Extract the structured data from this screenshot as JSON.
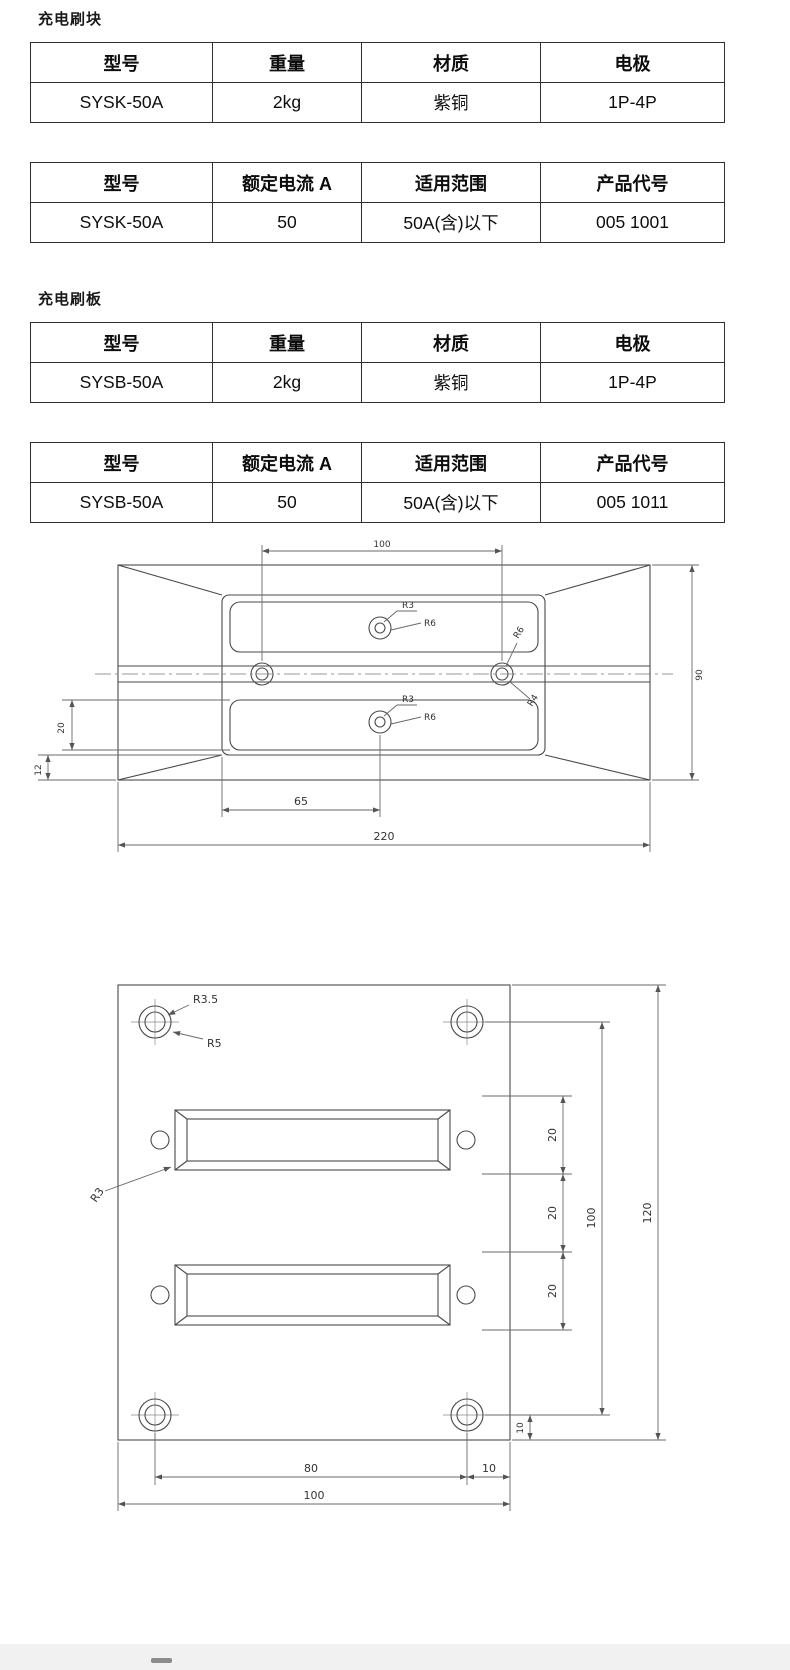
{
  "sections": [
    {
      "title": "充电刷块"
    },
    {
      "title": "充电刷板"
    }
  ],
  "tables": [
    {
      "headers": [
        "型号",
        "重量",
        "材质",
        "电极"
      ],
      "rows": [
        [
          "SYSK-50A",
          "2kg",
          "紫铜",
          "1P-4P"
        ]
      ]
    },
    {
      "headers": [
        "型号",
        "额定电流 A",
        "适用范围",
        "产品代号"
      ],
      "rows": [
        [
          "SYSK-50A",
          "50",
          "50A(含)以下",
          "005 1001"
        ]
      ]
    },
    {
      "headers": [
        "型号",
        "重量",
        "材质",
        "电极"
      ],
      "rows": [
        [
          "SYSB-50A",
          "2kg",
          "紫铜",
          "1P-4P"
        ]
      ]
    },
    {
      "headers": [
        "型号",
        "额定电流 A",
        "适用范围",
        "产品代号"
      ],
      "rows": [
        [
          "SYSB-50A",
          "50",
          "50A(含)以下",
          "005 1011"
        ]
      ]
    }
  ],
  "drawing1": {
    "labels": {
      "dim_top_width": "100",
      "dim_height": "90",
      "dim_slot_height": "20",
      "dim_bottom_gap": "12",
      "dim_hole_offset": "65",
      "dim_total_width": "220",
      "top_hole_radius": "R3",
      "top_hole_outer_radius": "R6",
      "bottom_hole_radius": "R3",
      "bottom_hole_outer_radius": "R6",
      "side_hole_radius": "R6",
      "corner_radius": "R4"
    }
  },
  "drawing2": {
    "labels": {
      "corner_hole_inner_radius": "R3.5",
      "corner_hole_outer_radius": "R5",
      "slot_corner_radius": "R3",
      "dim_spacing_top": "20",
      "dim_spacing_mid": "20",
      "dim_spacing_bottom": "20",
      "dim_hole_span_vertical": "100",
      "dim_total_height": "120",
      "dim_bottom_offset": "10",
      "dim_hole_span_horizontal": "80",
      "dim_side_offset": "10",
      "dim_total_width": "100"
    }
  }
}
